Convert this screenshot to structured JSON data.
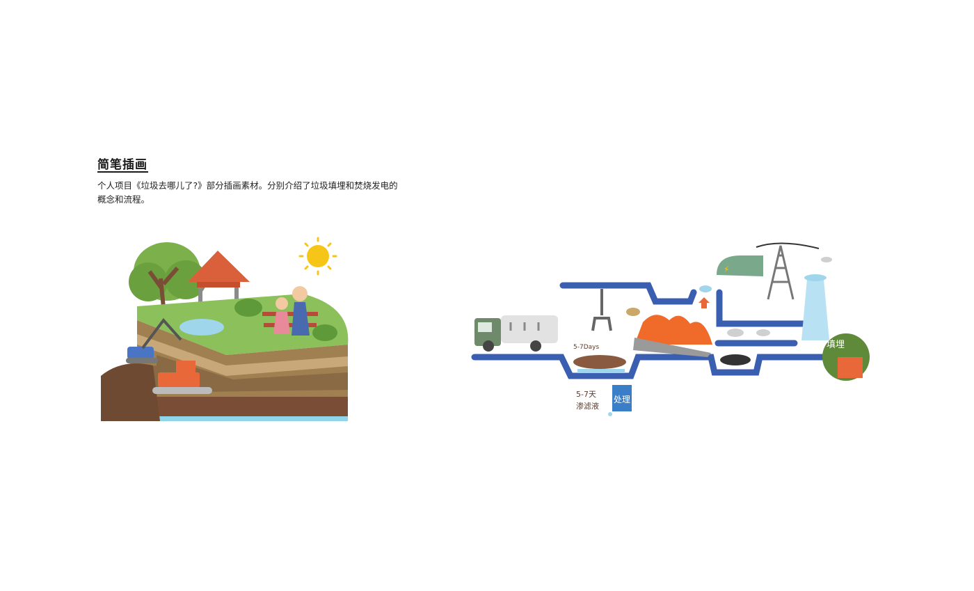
{
  "section": {
    "title": "简笔插画",
    "description": "个人项目《垃圾去哪儿了?》部分插画素材。分别介绍了垃圾填埋和焚烧发电的概念和流程。"
  },
  "illustrations": {
    "landfill": {
      "name": "landfill-scene"
    },
    "incineration": {
      "name": "incineration-flow",
      "labels": {
        "days": "5-7Days",
        "leachate_days": "5-7天",
        "leachate": "渗滤液",
        "treat": "处理",
        "bury": "填埋"
      }
    }
  },
  "colors": {
    "grass": "#8cc05a",
    "soil": "#7a4e36",
    "water": "#8fd4e8",
    "pipe": "#3b5fb0",
    "fire": "#f06a2a",
    "sun": "#f5c518"
  }
}
